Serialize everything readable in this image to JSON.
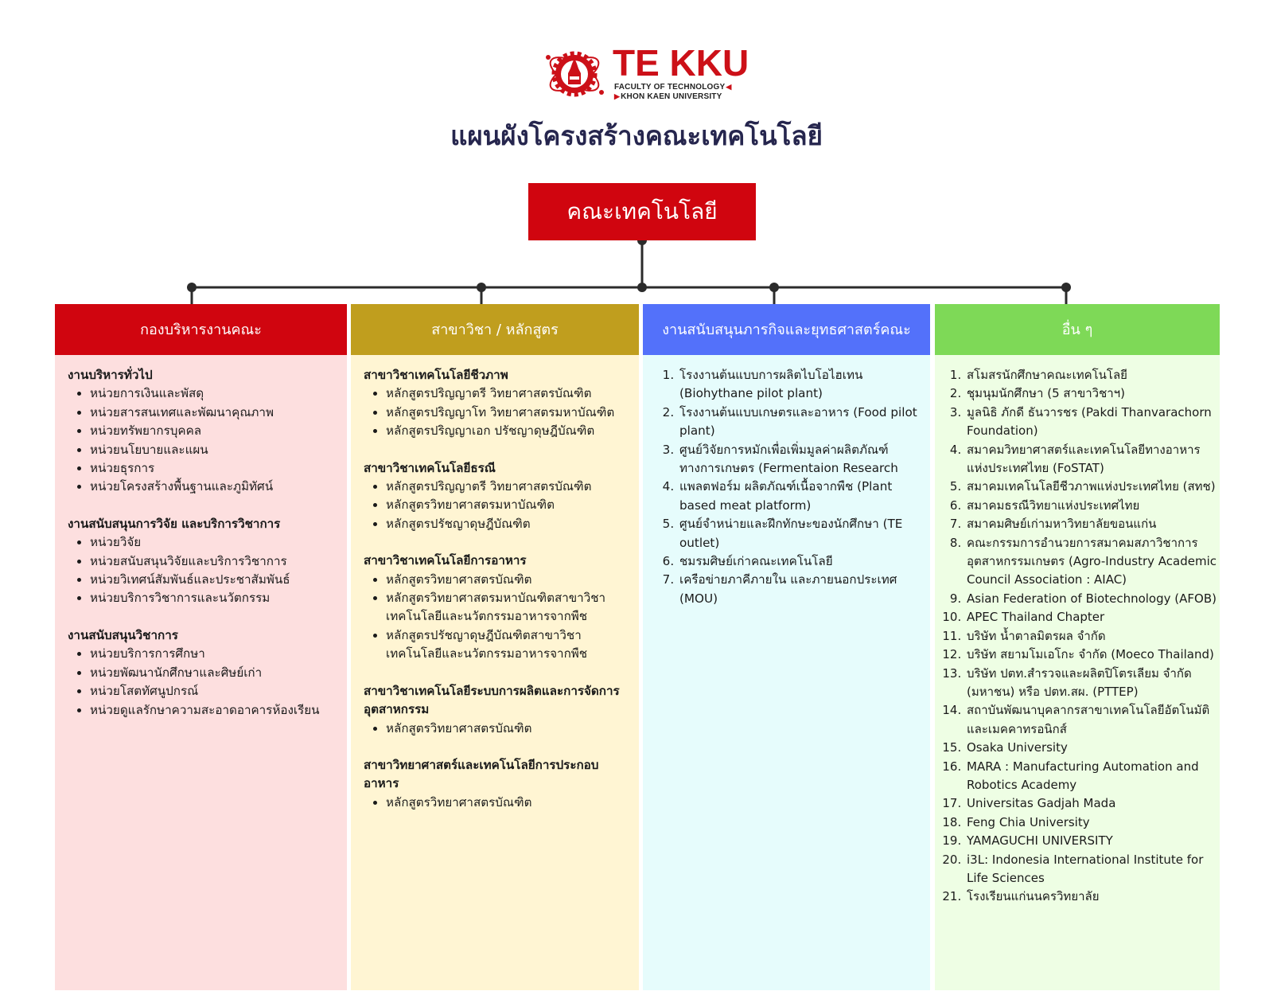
{
  "logo": {
    "brand": "TE KKU",
    "line1": "FACULTY OF TECHNOLOGY",
    "line2": "KHON KAEN UNIVERSITY"
  },
  "title": "แผนผังโครงสร้างคณะเทคโนโลยี",
  "root": "คณะเทคโนโลยี",
  "colors": {
    "root": "#d0050f",
    "admin": "#d0050f",
    "branch": "#c09e1e",
    "support": "#5371fa",
    "other": "#7ed957",
    "connector": "#2b2b2b"
  },
  "admin": {
    "header": "กองบริหารงานคณะ",
    "sections": [
      {
        "title": "งานบริหารทั่วไป",
        "items": [
          "หน่วยการเงินและพัสดุ",
          "หน่วยสารสนเทศและพัฒนาคุณภาพ",
          "หน่วยทรัพยากรบุคคล",
          "หน่วยนโยบายและแผน",
          "หน่วยธุรการ",
          "หน่วยโครงสร้างพื้นฐานและภูมิทัศน์"
        ]
      },
      {
        "title": "งานสนับสนุนการวิจัย และบริการวิชาการ",
        "items": [
          "หน่วยวิจัย",
          "หน่วยสนับสนุนวิจัยและบริการวิชาการ",
          "หน่วยวิเทศน์สัมพันธ์และประชาสัมพันธ์",
          "หน่วยบริการวิชาการและนวัตกรรม"
        ]
      },
      {
        "title": "งานสนับสนุนวิชาการ",
        "items": [
          "หน่วยบริการการศึกษา",
          "หน่วยพัฒนานักศึกษาและศิษย์เก่า",
          "หน่วยโสตทัศนูปกรณ์",
          "หน่วยดูแลรักษาความสะอาดอาคารห้องเรียน"
        ]
      }
    ]
  },
  "branch": {
    "header": "สาขาวิชา / หลักสูตร",
    "sections": [
      {
        "title": "สาขาวิชาเทคโนโลยีชีวภาพ",
        "items": [
          "หลักสูตรปริญญาตรี วิทยาศาสตรบัณฑิต",
          "หลักสูตรปริญญาโท วิทยาศาสตรมหาบัณฑิต",
          "หลักสูตรปริญญาเอก ปรัชญาดุษฎีบัณฑิต"
        ]
      },
      {
        "title": "สาขาวิชาเทคโนโลยีธรณี",
        "items": [
          "หลักสูตรปริญญาตรี วิทยาศาสตรบัณฑิต",
          "หลักสูตรวิทยาศาสตรมหาบัณฑิต",
          "หลักสูตรปรัชญาดุษฎีบัณฑิต"
        ]
      },
      {
        "title": "สาขาวิชาเทคโนโลยีการอาหาร",
        "items": [
          "หลักสูตรวิทยาศาสตรบัณฑิต",
          "หลักสูตรวิทยาศาสตรมหาบัณฑิตสาขาวิชาเทคโนโลยีและนวัตกรรมอาหารจากพืช",
          "หลักสูตรปรัชญาดุษฎีบัณฑิตสาขาวิชาเทคโนโลยีและนวัตกรรมอาหารจากพืช"
        ]
      },
      {
        "title": "สาขาวิชาเทคโนโลยีระบบการผลิตและการจัดการอุตสาหกรรม",
        "items": [
          "หลักสูตรวิทยาศาสตรบัณฑิต"
        ]
      },
      {
        "title": "สาขาวิทยาศาสตร์และเทคโนโลยีการประกอบอาหาร",
        "items": [
          "หลักสูตรวิทยาศาสตรบัณฑิต"
        ]
      }
    ]
  },
  "support": {
    "header": "งานสนับสนุนภารกิจและยุทธศาสตร์คณะ",
    "items": [
      "โรงงานต้นแบบการผลิตไบโอไฮเทน (Biohythane pilot plant)",
      "โรงงานต้นแบบเกษตรและอาหาร (Food pilot plant)",
      "ศูนย์วิจัยการหมักเพื่อเพิ่มมูลค่าผลิตภัณฑ์ทางการเกษตร (Fermentaion Research",
      "แพลตฟอร์ม ผลิตภัณฑ์เนื้อจากพืช (Plant based meat platform)",
      "ศูนย์จำหน่ายและฝึกทักษะของนักศึกษา (TE outlet)",
      "ชมรมศิษย์เก่าคณะเทคโนโลยี",
      "เครือข่ายภาคีภายใน และภายนอกประเทศ (MOU)"
    ]
  },
  "other": {
    "header": "อื่น ๆ",
    "items": [
      "สโมสรนักศึกษาคณะเทคโนโลยี",
      "ชุมนุมนักศึกษา (5 สาขาวิชาฯ)",
      "มูลนิธิ ภักดี ธันวารชร (Pakdi Thanvarachorn Foundation)",
      "สมาคมวิทยาศาสตร์และเทคโนโลยีทางอาหารแห่งประเทศไทย (FoSTAT)",
      "สมาคมเทคโนโลยีชีวภาพแห่งประเทศไทย (สทช)",
      "สมาคมธรณีวิทยาแห่งประเทศไทย",
      "สมาคมศิษย์เก่ามหาวิทยาลัยขอนแก่น",
      "คณะกรรมการอำนวยการสมาคมสภาวิชาการอุตสาหกรรมเกษตร (Agro-Industry Academic Council Association : AIAC)",
      "Asian Federation of Biotechnology (AFOB)",
      "APEC Thailand Chapter",
      "บริษัท น้ำตาลมิตรผล จำกัด",
      "บริษัท สยามโมเอโกะ จำกัด (Moeco Thailand)",
      "บริษัท ปตท.สำรวจและผลิตปิโตรเลียม จำกัด (มหาชน) หรือ ปตท.สผ. (PTTEP)",
      "สถาบันพัฒนาบุคลากรสาขาเทคโนโลยีอัตโนมัติและเมคคาทรอนิกส์",
      "Osaka University",
      "MARA : Manufacturing Automation and Robotics Academy",
      "Universitas Gadjah Mada",
      "Feng Chia University",
      "YAMAGUCHI UNIVERSITY",
      "i3L: Indonesia International Institute for Life Sciences",
      "โรงเรียนแก่นนครวิทยาลัย"
    ]
  }
}
